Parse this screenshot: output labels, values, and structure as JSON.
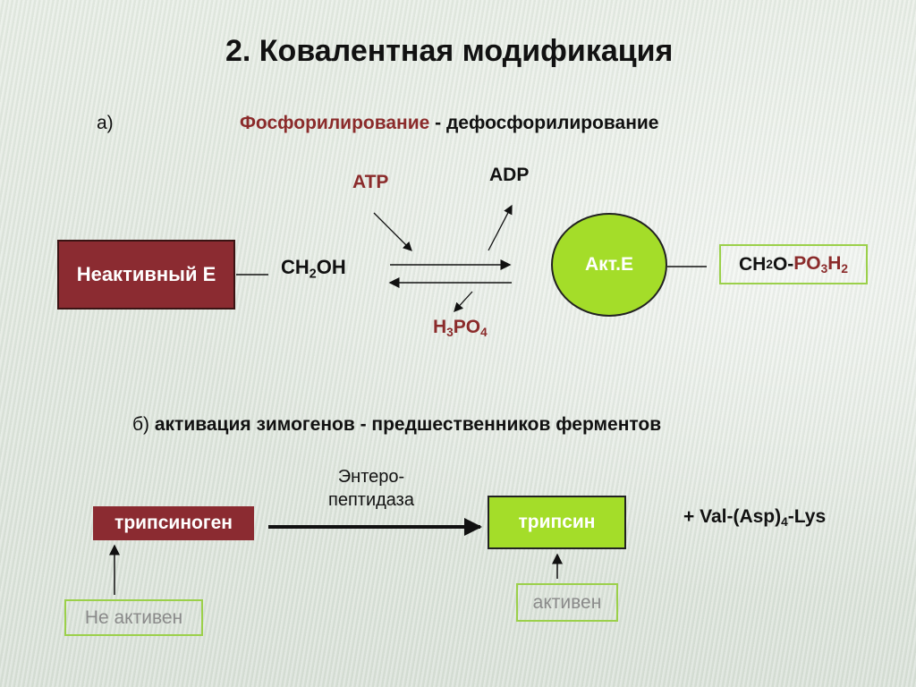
{
  "title": "2. Ковалентная модификация",
  "section_a": {
    "label": "а)",
    "subtitle_red": "Фосфорилирование",
    "subtitle_rest": " - дефосфорилирование",
    "atp": "ATP",
    "adp": "ADP",
    "h3po4": {
      "h": "H",
      "s1": "3",
      "po": "PO",
      "s2": "4"
    },
    "inactive": "Неактивный Е",
    "ch2oh": {
      "ch": "CH",
      "s": "2",
      "oh": "OH"
    },
    "active": "Акт.Е",
    "ester": {
      "ch": "CH",
      "s1": "2",
      "o": "O-",
      "po": "PO",
      "s2": "3",
      "h": "H",
      "s3": "2"
    }
  },
  "section_b": {
    "label": "б) ",
    "subtitle": "активация зимогенов - предшественников ферментов",
    "enzyme_line1": "Энтеро-",
    "enzyme_line2": "пептидаза",
    "zymogen": "трипсиноген",
    "product": "трипсин",
    "peptide": {
      "pre": "+  Val-(Asp)",
      "s": "4",
      "post": "-Lys"
    },
    "not_active": "Не активен",
    "active": "активен"
  },
  "colors": {
    "dark_red": "#8b2b31",
    "lime": "#a4dd29",
    "green_border": "#9bd04a",
    "text_gray": "#8a8a8a"
  }
}
